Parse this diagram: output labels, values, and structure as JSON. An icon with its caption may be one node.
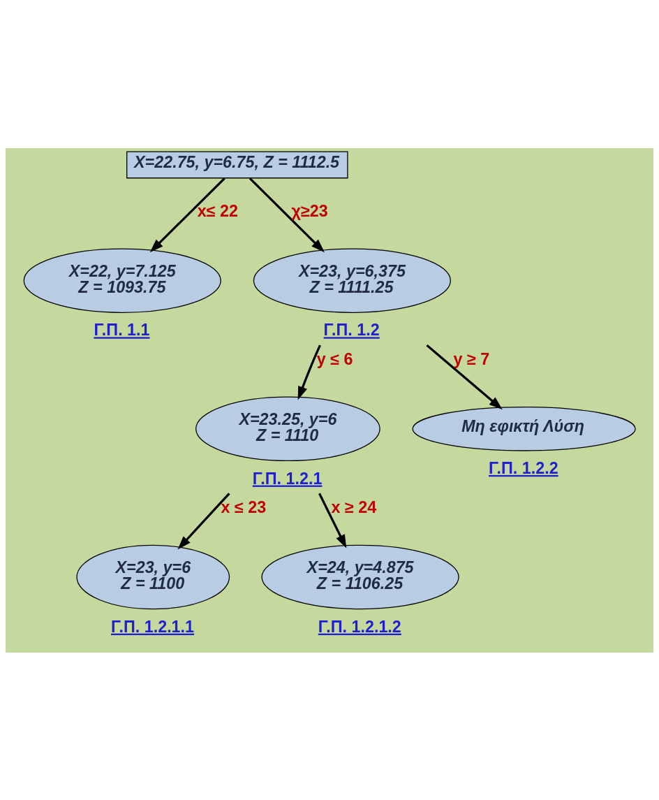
{
  "diagram": {
    "nodes": [
      {
        "text": [
          "X=22.75, y=6.75, Z = 1112.5"
        ]
      },
      {
        "text": [
          "X=22, y=7.125",
          "Z = 1093.75"
        ],
        "beside": [
          "Γ.Π. 1.1"
        ]
      },
      {
        "text": [
          "X=23, y=6,375",
          "Z = 1111.25"
        ],
        "beside": [
          "Γ.Π. 1.2"
        ]
      },
      {
        "text": [
          "X=23.25, y=6",
          "Z = 1110"
        ],
        "beside": [
          "Γ.Π. 1.2.1"
        ]
      },
      {
        "text": [
          "Μη εφικτή Λύση"
        ],
        "beside": [
          "Γ.Π. 1.2.2"
        ]
      },
      {
        "text": [
          "X=23, y=6",
          "Z = 1100"
        ],
        "beside": [
          "Γ.Π. 1.2.1.1"
        ]
      },
      {
        "text": [
          "X=24, y=4.875",
          "Z = 1106.25"
        ],
        "beside": [
          "Γ.Π. 1.2.1.2"
        ]
      }
    ],
    "edges": [
      {
        "from": 0,
        "to": 1,
        "arrow": "to",
        "label": "x≤ 22"
      },
      {
        "from": 0,
        "to": 2,
        "arrow": "to",
        "label": "χ≥23"
      },
      {
        "from": 2,
        "to": 3,
        "arrow": "to",
        "label": "y ≤ 6"
      },
      {
        "from": 2,
        "to": 4,
        "arrow": "to",
        "label": "y ≥ 7"
      },
      {
        "from": 3,
        "to": 5,
        "arrow": "to",
        "label": "x ≤ 23"
      },
      {
        "from": 3,
        "to": 6,
        "arrow": "to",
        "label": "x ≥ 24"
      }
    ]
  }
}
